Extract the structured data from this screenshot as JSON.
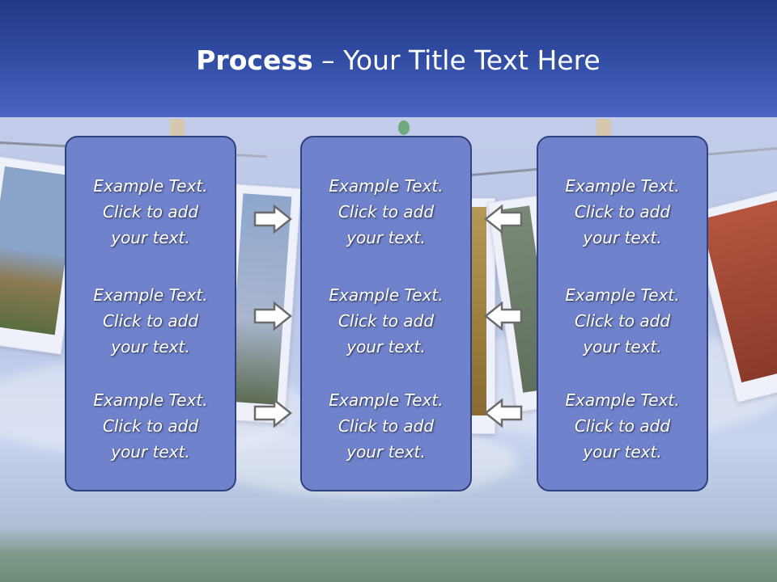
{
  "header": {
    "title_strong": "Process",
    "title_rest": " – Your Title Text Here"
  },
  "columns": [
    {
      "items": [
        "Example Text.\nClick  to add\nyour text.",
        "Example Text.\nClick  to add\nyour text.",
        "Example Text.\nClick  to add\nyour text."
      ]
    },
    {
      "items": [
        "Example Text.\nClick  to add\nyour text.",
        "Example Text.\nClick  to add\nyour text.",
        "Example Text.\nClick  to add\nyour text."
      ]
    },
    {
      "items": [
        "Example Text.\nClick  to add\nyour text.",
        "Example Text.\nClick  to add\nyour text.",
        "Example Text.\nClick  to add\nyour text."
      ]
    }
  ],
  "arrows": {
    "left_group_direction": "right",
    "right_group_direction": "left",
    "fill": "#ffffff",
    "stroke": "#6b6b6b"
  },
  "colors": {
    "header": "#2f4aa0",
    "box_fill": "#6f82cb",
    "box_border": "#2f417f",
    "text": "#ffffff"
  }
}
